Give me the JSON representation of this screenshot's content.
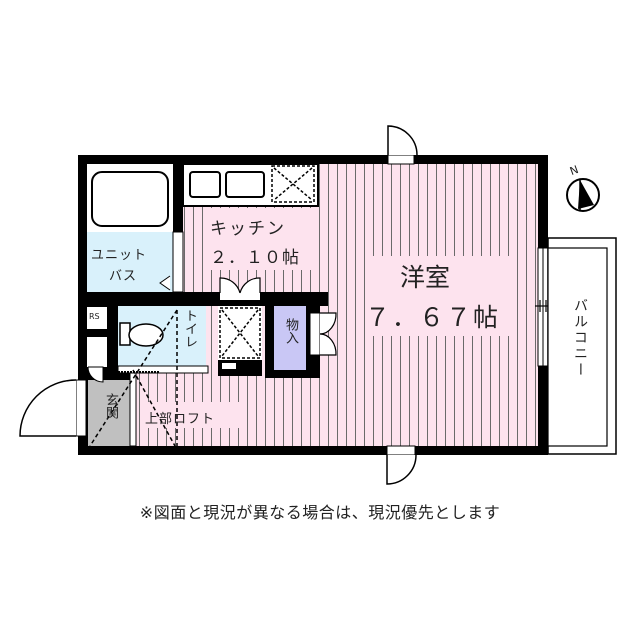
{
  "floorplan": {
    "rooms": {
      "western_room": {
        "name": "洋室",
        "size": "7.67帖",
        "size_display": "７．６７帖",
        "color": "#fde3ee"
      },
      "kitchen": {
        "name": "キッチン",
        "size": "2.10帖",
        "size_display": "２．１０帖",
        "color": "#fde3ee"
      },
      "unit_bath": {
        "name_line1": "ユニット",
        "name_line2": "バス",
        "color": "#d9f1fb"
      },
      "toilet": {
        "name": "トイレ",
        "color": "#d9f1fb"
      },
      "storage": {
        "name": "物入",
        "color": "#c9c7f5"
      },
      "entrance": {
        "name": "玄関",
        "color": "#c0c0c0"
      },
      "loft": {
        "name": "上部ロフト"
      },
      "balcony": {
        "name": "バルコニー"
      },
      "shoe_rack": {
        "label": "RS"
      }
    },
    "compass": {
      "label": "N"
    },
    "colors": {
      "wall": "#000000",
      "pink_floor": "#fde3ee",
      "floor_line": "#6a6a6a",
      "bath_blue": "#d9f1fb",
      "storage_purple": "#c9c7f5",
      "entrance_gray": "#c0c0c0"
    }
  },
  "caption": "※図面と現況が異なる場合は、現況優先とします"
}
